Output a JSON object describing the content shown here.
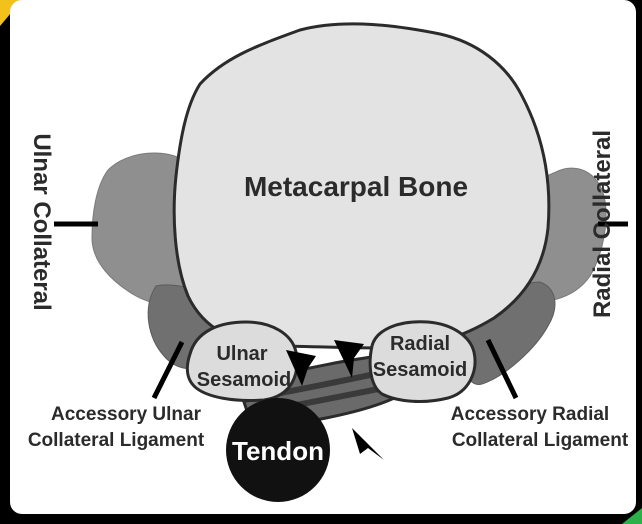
{
  "labels": {
    "bone": "Metacarpal Bone",
    "ulnar_collateral": "Ulnar Collateral",
    "radial_collateral": "Radial Collateral",
    "ulnar_sesamoid_line1": "Ulnar",
    "ulnar_sesamoid_line2": "Sesamoid",
    "radial_sesamoid_line1": "Radial",
    "radial_sesamoid_line2": "Sesamoid",
    "accessory_ulnar_line1": "Accessory Ulnar",
    "accessory_ulnar_line2": "Collateral Ligament",
    "accessory_radial_line1": "Accessory Radial",
    "accessory_radial_line2": "Collateral Ligament",
    "tendon": "Tendon"
  },
  "colors": {
    "frame": "#000000",
    "corner_accent": "#f2c21b",
    "corner_accent_br": "#2bb04a",
    "panel": "#ffffff",
    "bone_fill": "#e3e3e3",
    "outline": "#2b2b2b",
    "collateral_fill": "#8f8f8f",
    "accessory_fill": "#707070",
    "sesamoid_fill": "#dcdcdc",
    "plate_fill": "#6a6a6a",
    "plate_stripe": "#3a3a3a",
    "tendon_fill": "#111111",
    "text_dark": "#2b2b2b",
    "text_light": "#ffffff"
  }
}
